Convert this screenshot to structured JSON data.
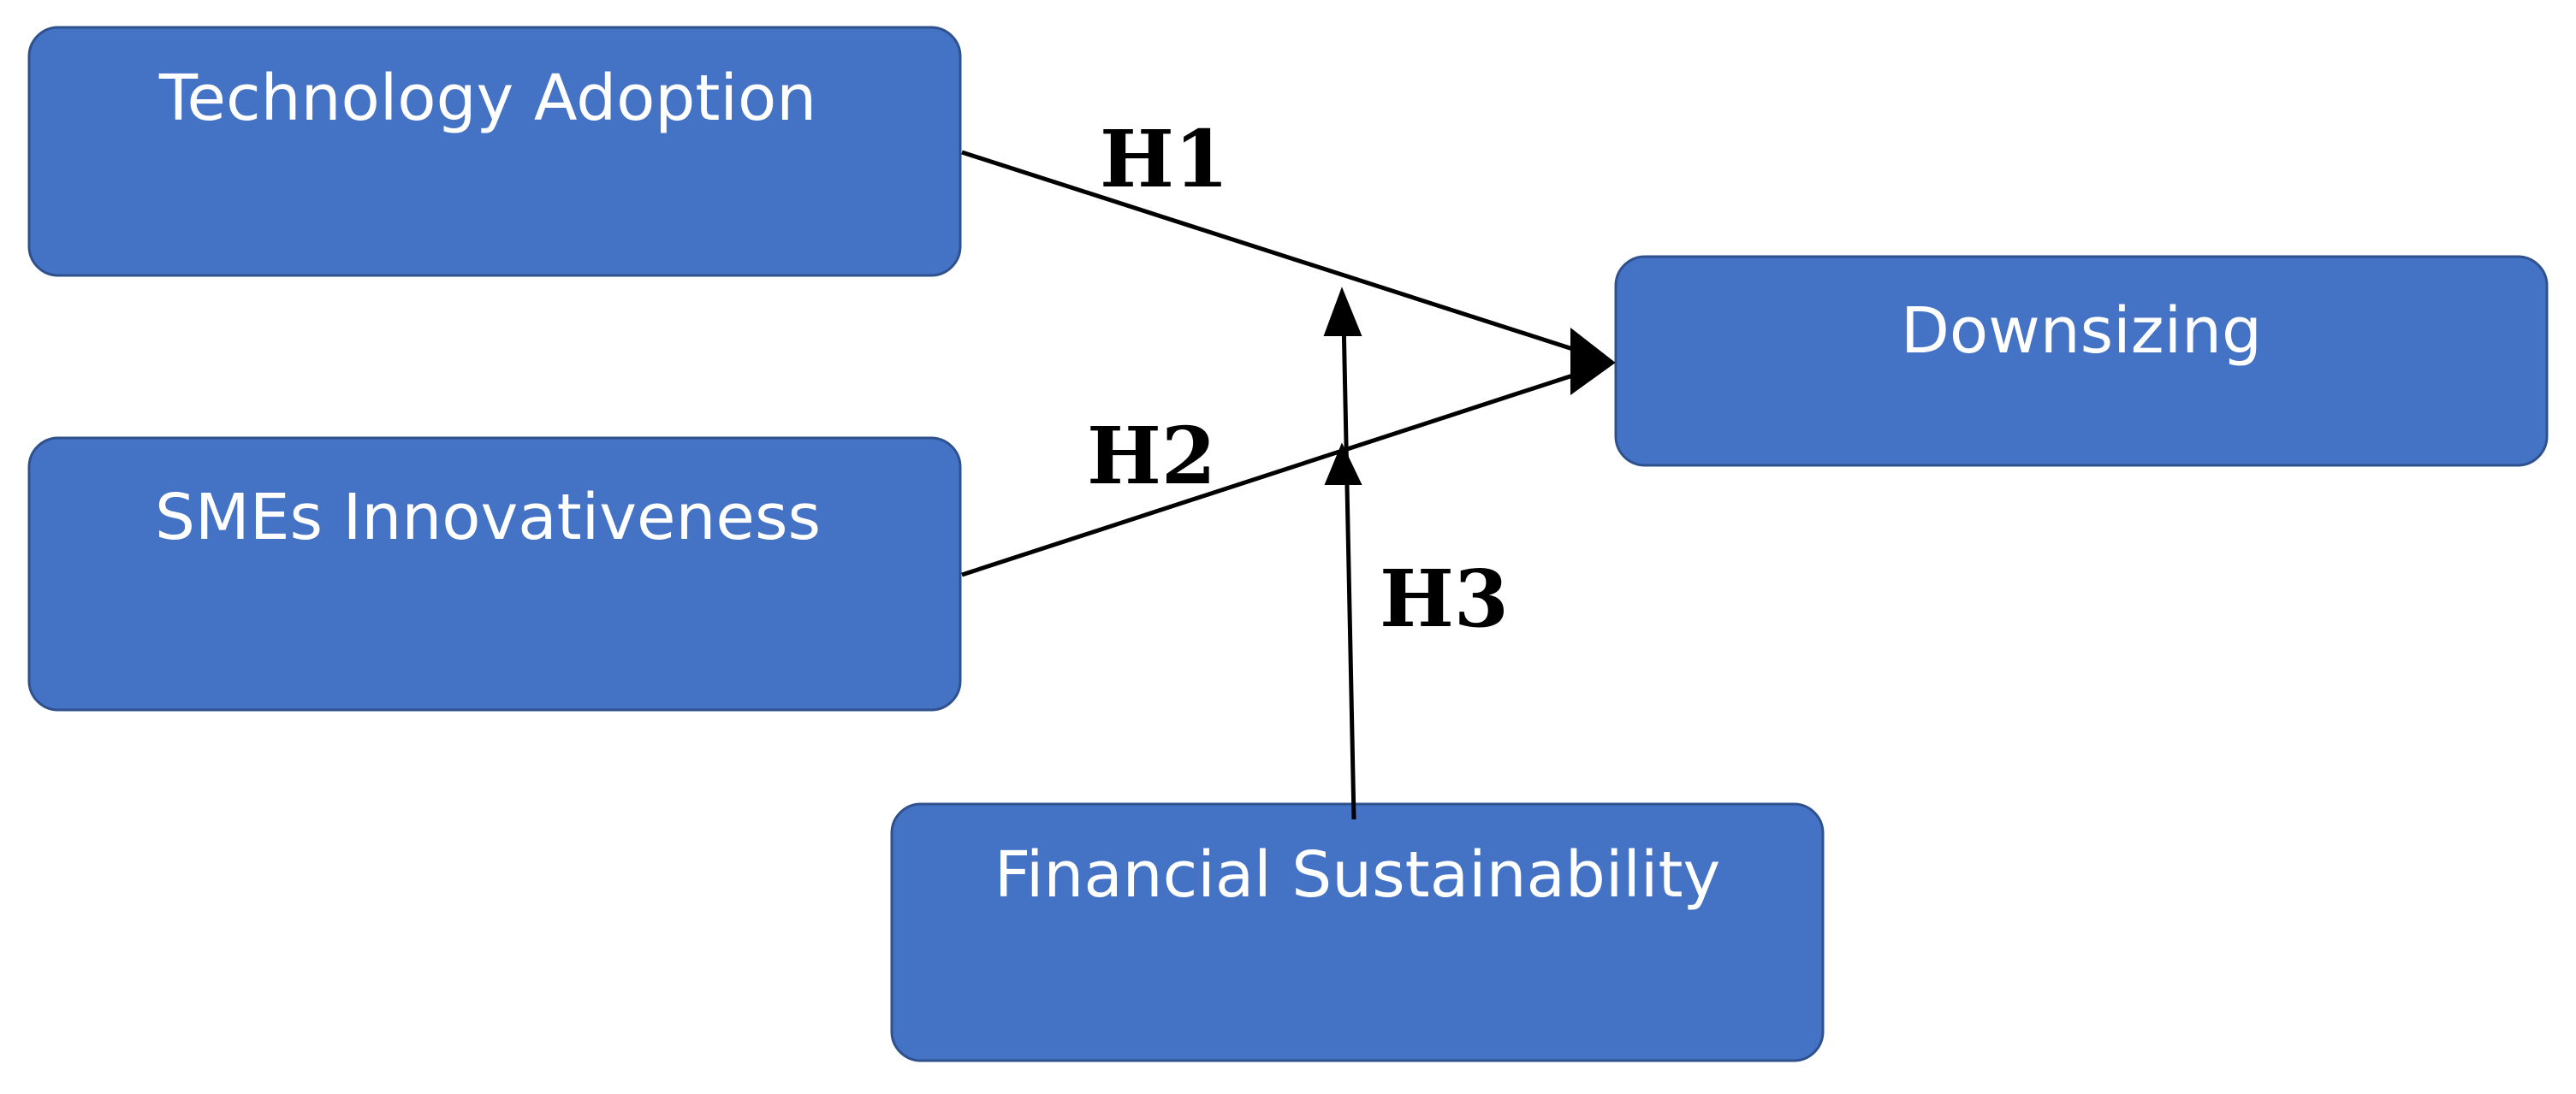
{
  "nodes": {
    "technology_adoption": "Technology Adoption",
    "smes_innovativeness": "SMEs Innovativeness",
    "downsizing": "Downsizing",
    "financial_sustainability": "Financial Sustainability"
  },
  "paths": {
    "h1": "H1",
    "h2": "H2",
    "h3": "H3"
  },
  "colors": {
    "box_fill": "#4472C4",
    "box_border": "#2F528F",
    "box_text": "#ffffff",
    "line": "#000000"
  }
}
